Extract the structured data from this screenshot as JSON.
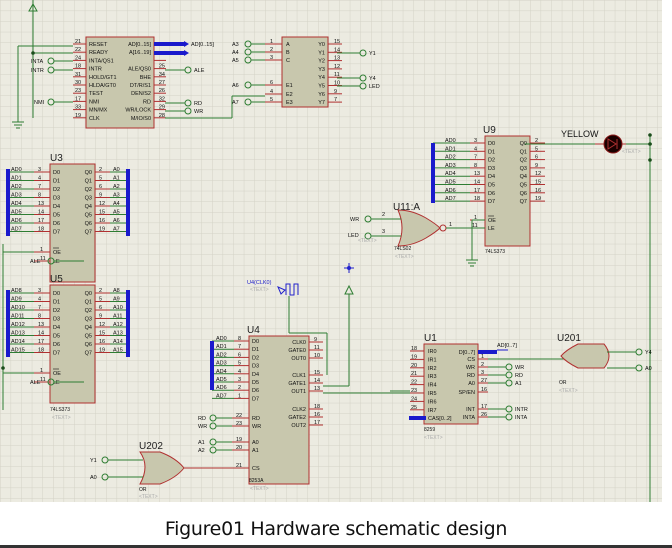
{
  "caption": "Figure01 Hardware schematic design",
  "colors": {
    "background": "#ecebe1",
    "grid": "#d3d2c6",
    "chip_fill": "#c8c7ad",
    "chip_border": "#b03030",
    "wire": "#2e7d32",
    "bus": "#1a1acc",
    "probe": "#2222cc",
    "led": "#1a0000"
  },
  "cpu": {
    "left_pins": [
      {
        "num": "21",
        "name": "RESET"
      },
      {
        "num": "22",
        "name": "READY"
      },
      {
        "num": "24",
        "name": "INTA/QS1"
      },
      {
        "num": "18",
        "name": "INTR"
      },
      {
        "num": "31",
        "name": "HOLD/GT1"
      },
      {
        "num": "30",
        "name": "HLDA/GT0"
      },
      {
        "num": "23",
        "name": "TEST"
      },
      {
        "num": "17",
        "name": "NMI"
      },
      {
        "num": "33",
        "name": "MN/MX"
      },
      {
        "num": "19",
        "name": "CLK"
      }
    ],
    "right_pins": [
      {
        "num": "",
        "name": "AD[0..15]"
      },
      {
        "num": "",
        "name": "A[16..19]"
      },
      {
        "num": "",
        "name": ""
      },
      {
        "num": "25",
        "name": "ALE/QS0"
      },
      {
        "num": "34",
        "name": "BHE"
      },
      {
        "num": "27",
        "name": "DT/R/S1"
      },
      {
        "num": "26",
        "name": "DEN/S2"
      },
      {
        "num": "32",
        "name": "RD"
      },
      {
        "num": "29",
        "name": "WR/LOCK"
      },
      {
        "num": "28",
        "name": "M/IO/S0"
      }
    ],
    "terminals": {
      "ad_bus": "AD[0..15]",
      "inta": "INTA",
      "intr": "INTR",
      "nmi": "NMI",
      "ale": "ALE",
      "rd": "RD",
      "wr": "WR"
    }
  },
  "decoder": {
    "left_pins": [
      {
        "num": "1",
        "name": "A"
      },
      {
        "num": "2",
        "name": "B"
      },
      {
        "num": "3",
        "name": "C"
      },
      {
        "num": "6",
        "name": "E1"
      },
      {
        "num": "4",
        "name": "E2"
      },
      {
        "num": "5",
        "name": "E3"
      }
    ],
    "right_pins": [
      {
        "num": "15",
        "name": "Y0"
      },
      {
        "num": "14",
        "name": "Y1"
      },
      {
        "num": "13",
        "name": "Y2"
      },
      {
        "num": "12",
        "name": "Y3"
      },
      {
        "num": "11",
        "name": "Y4"
      },
      {
        "num": "10",
        "name": "Y5"
      },
      {
        "num": "9",
        "name": "Y6"
      },
      {
        "num": "7",
        "name": "Y7"
      }
    ],
    "inputs": [
      "A3",
      "A4",
      "A5",
      "A6",
      "A7"
    ],
    "outputs": {
      "y1": "Y1",
      "y4": "Y4",
      "y5": "LED"
    }
  },
  "u3": {
    "ref": "U3",
    "part": "74LS373",
    "text": "<TEXT>",
    "inputs": [
      "AD0",
      "AD1",
      "AD2",
      "AD3",
      "AD4",
      "AD5",
      "AD6",
      "AD7"
    ],
    "outputs": [
      "A0",
      "A1",
      "A2",
      "A3",
      "A4",
      "A5",
      "A6",
      "A7"
    ],
    "in_nums": [
      "3",
      "4",
      "7",
      "8",
      "13",
      "14",
      "17",
      "18"
    ],
    "out_nums": [
      "2",
      "5",
      "6",
      "9",
      "12",
      "15",
      "16",
      "19"
    ],
    "d_pins": [
      "D0",
      "D1",
      "D2",
      "D3",
      "D4",
      "D5",
      "D6",
      "D7"
    ],
    "q_pins": [
      "Q0",
      "Q1",
      "Q2",
      "Q3",
      "Q4",
      "Q5",
      "Q6",
      "Q7"
    ],
    "oe": "OE",
    "le": "LE",
    "oe_num": "1",
    "le_num": "11",
    "le_net": "ALE"
  },
  "u5": {
    "ref": "U5",
    "part": "74LS373",
    "text": "<TEXT>",
    "inputs": [
      "AD8",
      "AD9",
      "AD10",
      "AD11",
      "AD12",
      "AD13",
      "AD14",
      "AD15"
    ],
    "outputs": [
      "A8",
      "A9",
      "A10",
      "A11",
      "A12",
      "A13",
      "A14",
      "A15"
    ],
    "in_nums": [
      "3",
      "4",
      "7",
      "8",
      "13",
      "14",
      "17",
      "18"
    ],
    "out_nums": [
      "2",
      "5",
      "6",
      "9",
      "12",
      "15",
      "16",
      "19"
    ],
    "d_pins": [
      "D0",
      "D1",
      "D2",
      "D3",
      "D4",
      "D5",
      "D6",
      "D7"
    ],
    "q_pins": [
      "Q0",
      "Q1",
      "Q2",
      "Q3",
      "Q4",
      "Q5",
      "Q6",
      "Q7"
    ],
    "oe": "OE",
    "le": "LE",
    "oe_num": "1",
    "le_num": "11",
    "le_net": "ALE"
  },
  "u9": {
    "ref": "U9",
    "part": "74LS373",
    "inputs": [
      "AD0",
      "AD1",
      "AD2",
      "AD3",
      "AD4",
      "AD5",
      "AD6",
      "AD7"
    ],
    "in_nums": [
      "3",
      "4",
      "7",
      "8",
      "13",
      "14",
      "17",
      "18"
    ],
    "out_nums": [
      "2",
      "5",
      "6",
      "9",
      "12",
      "15",
      "16",
      "19"
    ],
    "d_pins": [
      "D0",
      "D1",
      "D2",
      "D3",
      "D4",
      "D5",
      "D6",
      "D7"
    ],
    "q_pins": [
      "Q0",
      "Q1",
      "Q2",
      "Q3",
      "Q4",
      "Q5",
      "Q6",
      "Q7"
    ],
    "oe": "OE",
    "le": "LE",
    "oe_num": "1",
    "le_num": "11"
  },
  "u11": {
    "ref": "U11:A",
    "part": "74LS02",
    "text": "<TEXT>",
    "in1": "WR",
    "in2": "LED",
    "pin_in1": "2",
    "pin_in2": "3",
    "pin_out": "1"
  },
  "led": {
    "label": "YELLOW",
    "text": "<TEXT>"
  },
  "u4": {
    "ref": "U4",
    "part": "8253A",
    "text": "<TEXT>",
    "inputs": [
      "AD0",
      "AD1",
      "AD2",
      "AD3",
      "AD4",
      "AD5",
      "AD6",
      "AD7"
    ],
    "in_nums": [
      "8",
      "7",
      "6",
      "5",
      "4",
      "3",
      "2",
      "1"
    ],
    "d_pins": [
      "D0",
      "D1",
      "D2",
      "D3",
      "D4",
      "D5",
      "D6",
      "D7"
    ],
    "lower_pins": [
      {
        "num": "22",
        "name": "RD",
        "net": "RD"
      },
      {
        "num": "23",
        "name": "WR",
        "net": "WR"
      },
      {
        "num": "19",
        "name": "A0",
        "net": "A1"
      },
      {
        "num": "20",
        "name": "A1",
        "net": "A2"
      },
      {
        "num": "21",
        "name": "CS",
        "net": ""
      }
    ],
    "right_pins": [
      {
        "num": "9",
        "name": "CLK0"
      },
      {
        "num": "11",
        "name": "GATE0"
      },
      {
        "num": "10",
        "name": "OUT0"
      },
      {
        "num": "15",
        "name": "CLK1"
      },
      {
        "num": "14",
        "name": "GATE1"
      },
      {
        "num": "13",
        "name": "OUT1"
      },
      {
        "num": "18",
        "name": "CLK2"
      },
      {
        "num": "16",
        "name": "GATE2"
      },
      {
        "num": "17",
        "name": "OUT2"
      }
    ],
    "probe": "U4(CLK0)",
    "probe_text": "<TEXT>"
  },
  "u1": {
    "ref": "U1",
    "part": "8259",
    "text": "<TEXT>",
    "left_pins": [
      {
        "num": "18",
        "name": "IR0"
      },
      {
        "num": "19",
        "name": "IR1"
      },
      {
        "num": "20",
        "name": "IR2"
      },
      {
        "num": "21",
        "name": "IR3"
      },
      {
        "num": "22",
        "name": "IR4"
      },
      {
        "num": "23",
        "name": "IR5"
      },
      {
        "num": "24",
        "name": "IR6"
      },
      {
        "num": "25",
        "name": "IR7"
      }
    ],
    "cas": "CAS[0..2]",
    "right_pins": [
      {
        "num": "",
        "name": "D[0..7]"
      },
      {
        "num": "1",
        "name": "CS"
      },
      {
        "num": "2",
        "name": "WR"
      },
      {
        "num": "3",
        "name": "RD"
      },
      {
        "num": "27",
        "name": "A0"
      },
      {
        "num": "16",
        "name": "SP/EN"
      },
      {
        "num": "17",
        "name": "INT"
      },
      {
        "num": "26",
        "name": "INTA"
      }
    ],
    "bus_label": "AD[0..7]",
    "terminals": {
      "wr": "WR",
      "rd": "RD",
      "a1": "A1",
      "intr": "INTR",
      "inta": "INTA"
    }
  },
  "u201": {
    "ref": "U201",
    "part": "OR",
    "text": "<TEXT>",
    "in1": "Y4",
    "in2": "A0"
  },
  "u202": {
    "ref": "U202",
    "part": "OR",
    "text": "<TEXT>",
    "in1": "Y1",
    "in2": "A0"
  }
}
